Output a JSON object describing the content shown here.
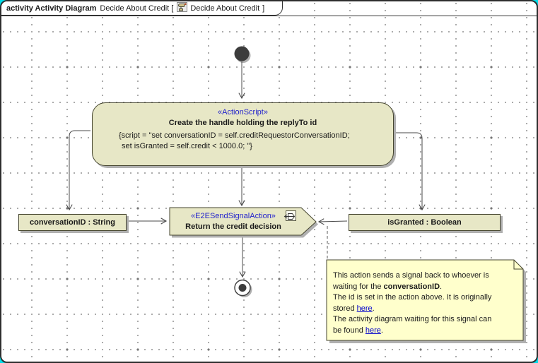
{
  "header": {
    "keyword": "activity Activity Diagram",
    "context": "Decide About Credit [",
    "ref": "Decide About Credit",
    "close": "]"
  },
  "action": {
    "stereotype": "«ActionScript»",
    "name": "Create the handle holding the replyTo id",
    "script_line1": "{script = \"set conversationID = self.creditRequestorConversationID;",
    "script_line2": "set isGranted = self.credit < 1000.0; \"}"
  },
  "objects": {
    "conversation": "conversationID : String",
    "isgranted": "isGranted : Boolean"
  },
  "signal": {
    "stereotype": "«E2ESendSignalAction»",
    "name": "Return the credit decision"
  },
  "note": {
    "l1": "This action sends a signal back to whoever is",
    "l2a": "waiting for the ",
    "l2b": "conversationID",
    "l2c": ".",
    "l3": "The id is set in the action above. It is originally",
    "l4a": "stored ",
    "l4b": "here",
    "l4c": ".",
    "l5": "The activity diagram waiting for this signal can",
    "l6a": "be found ",
    "l6b": "here",
    "l6c": "."
  },
  "colors": {
    "shape_fill": "#e7e7c6",
    "note_fill": "#ffffcc",
    "stereotype_text": "#2222cc",
    "link_text": "#0000cc",
    "shape_border": "#45452f",
    "canvas_outside": "#00dde9"
  }
}
